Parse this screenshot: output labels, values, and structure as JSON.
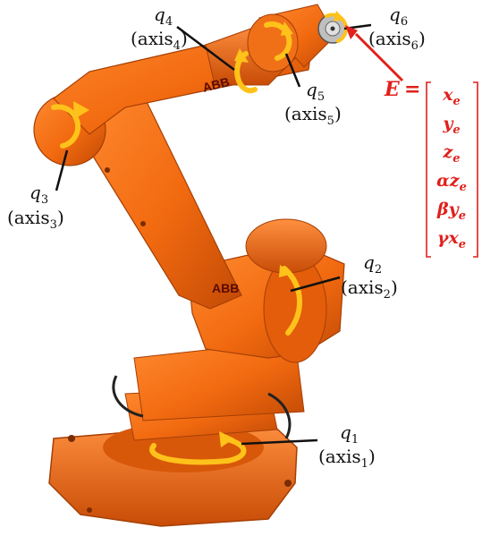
{
  "joints": [
    {
      "q": "q",
      "q_sub": "1",
      "axis": "(axis",
      "axis_sub": "1",
      "axis_close": ")"
    },
    {
      "q": "q",
      "q_sub": "2",
      "axis": "(axis",
      "axis_sub": "2",
      "axis_close": ")"
    },
    {
      "q": "q",
      "q_sub": "3",
      "axis": "(axis",
      "axis_sub": "3",
      "axis_close": ")"
    },
    {
      "q": "q",
      "q_sub": "4",
      "axis": "(axis",
      "axis_sub": "4",
      "axis_close": ")"
    },
    {
      "q": "q",
      "q_sub": "5",
      "axis": "(axis",
      "axis_sub": "5",
      "axis_close": ")"
    },
    {
      "q": "q",
      "q_sub": "6",
      "axis": "(axis",
      "axis_sub": "6",
      "axis_close": ")"
    }
  ],
  "end_effector": {
    "symbol": "E",
    "equals": "=",
    "vector": [
      {
        "main": "x",
        "sub": "e"
      },
      {
        "main": "y",
        "sub": "e"
      },
      {
        "main": "z",
        "sub": "e"
      },
      {
        "main": "αz",
        "sub": "e"
      },
      {
        "main": "βy",
        "sub": "e"
      },
      {
        "main": "γx",
        "sub": "e"
      }
    ]
  },
  "logos": [
    "ABB",
    "ABB"
  ],
  "colors": {
    "robot_orange": "#f26a10",
    "robot_shadow": "#c94e06",
    "arrow_yellow": "#ffc21a",
    "label_red": "#e0201c",
    "pointer_black": "#111111"
  }
}
